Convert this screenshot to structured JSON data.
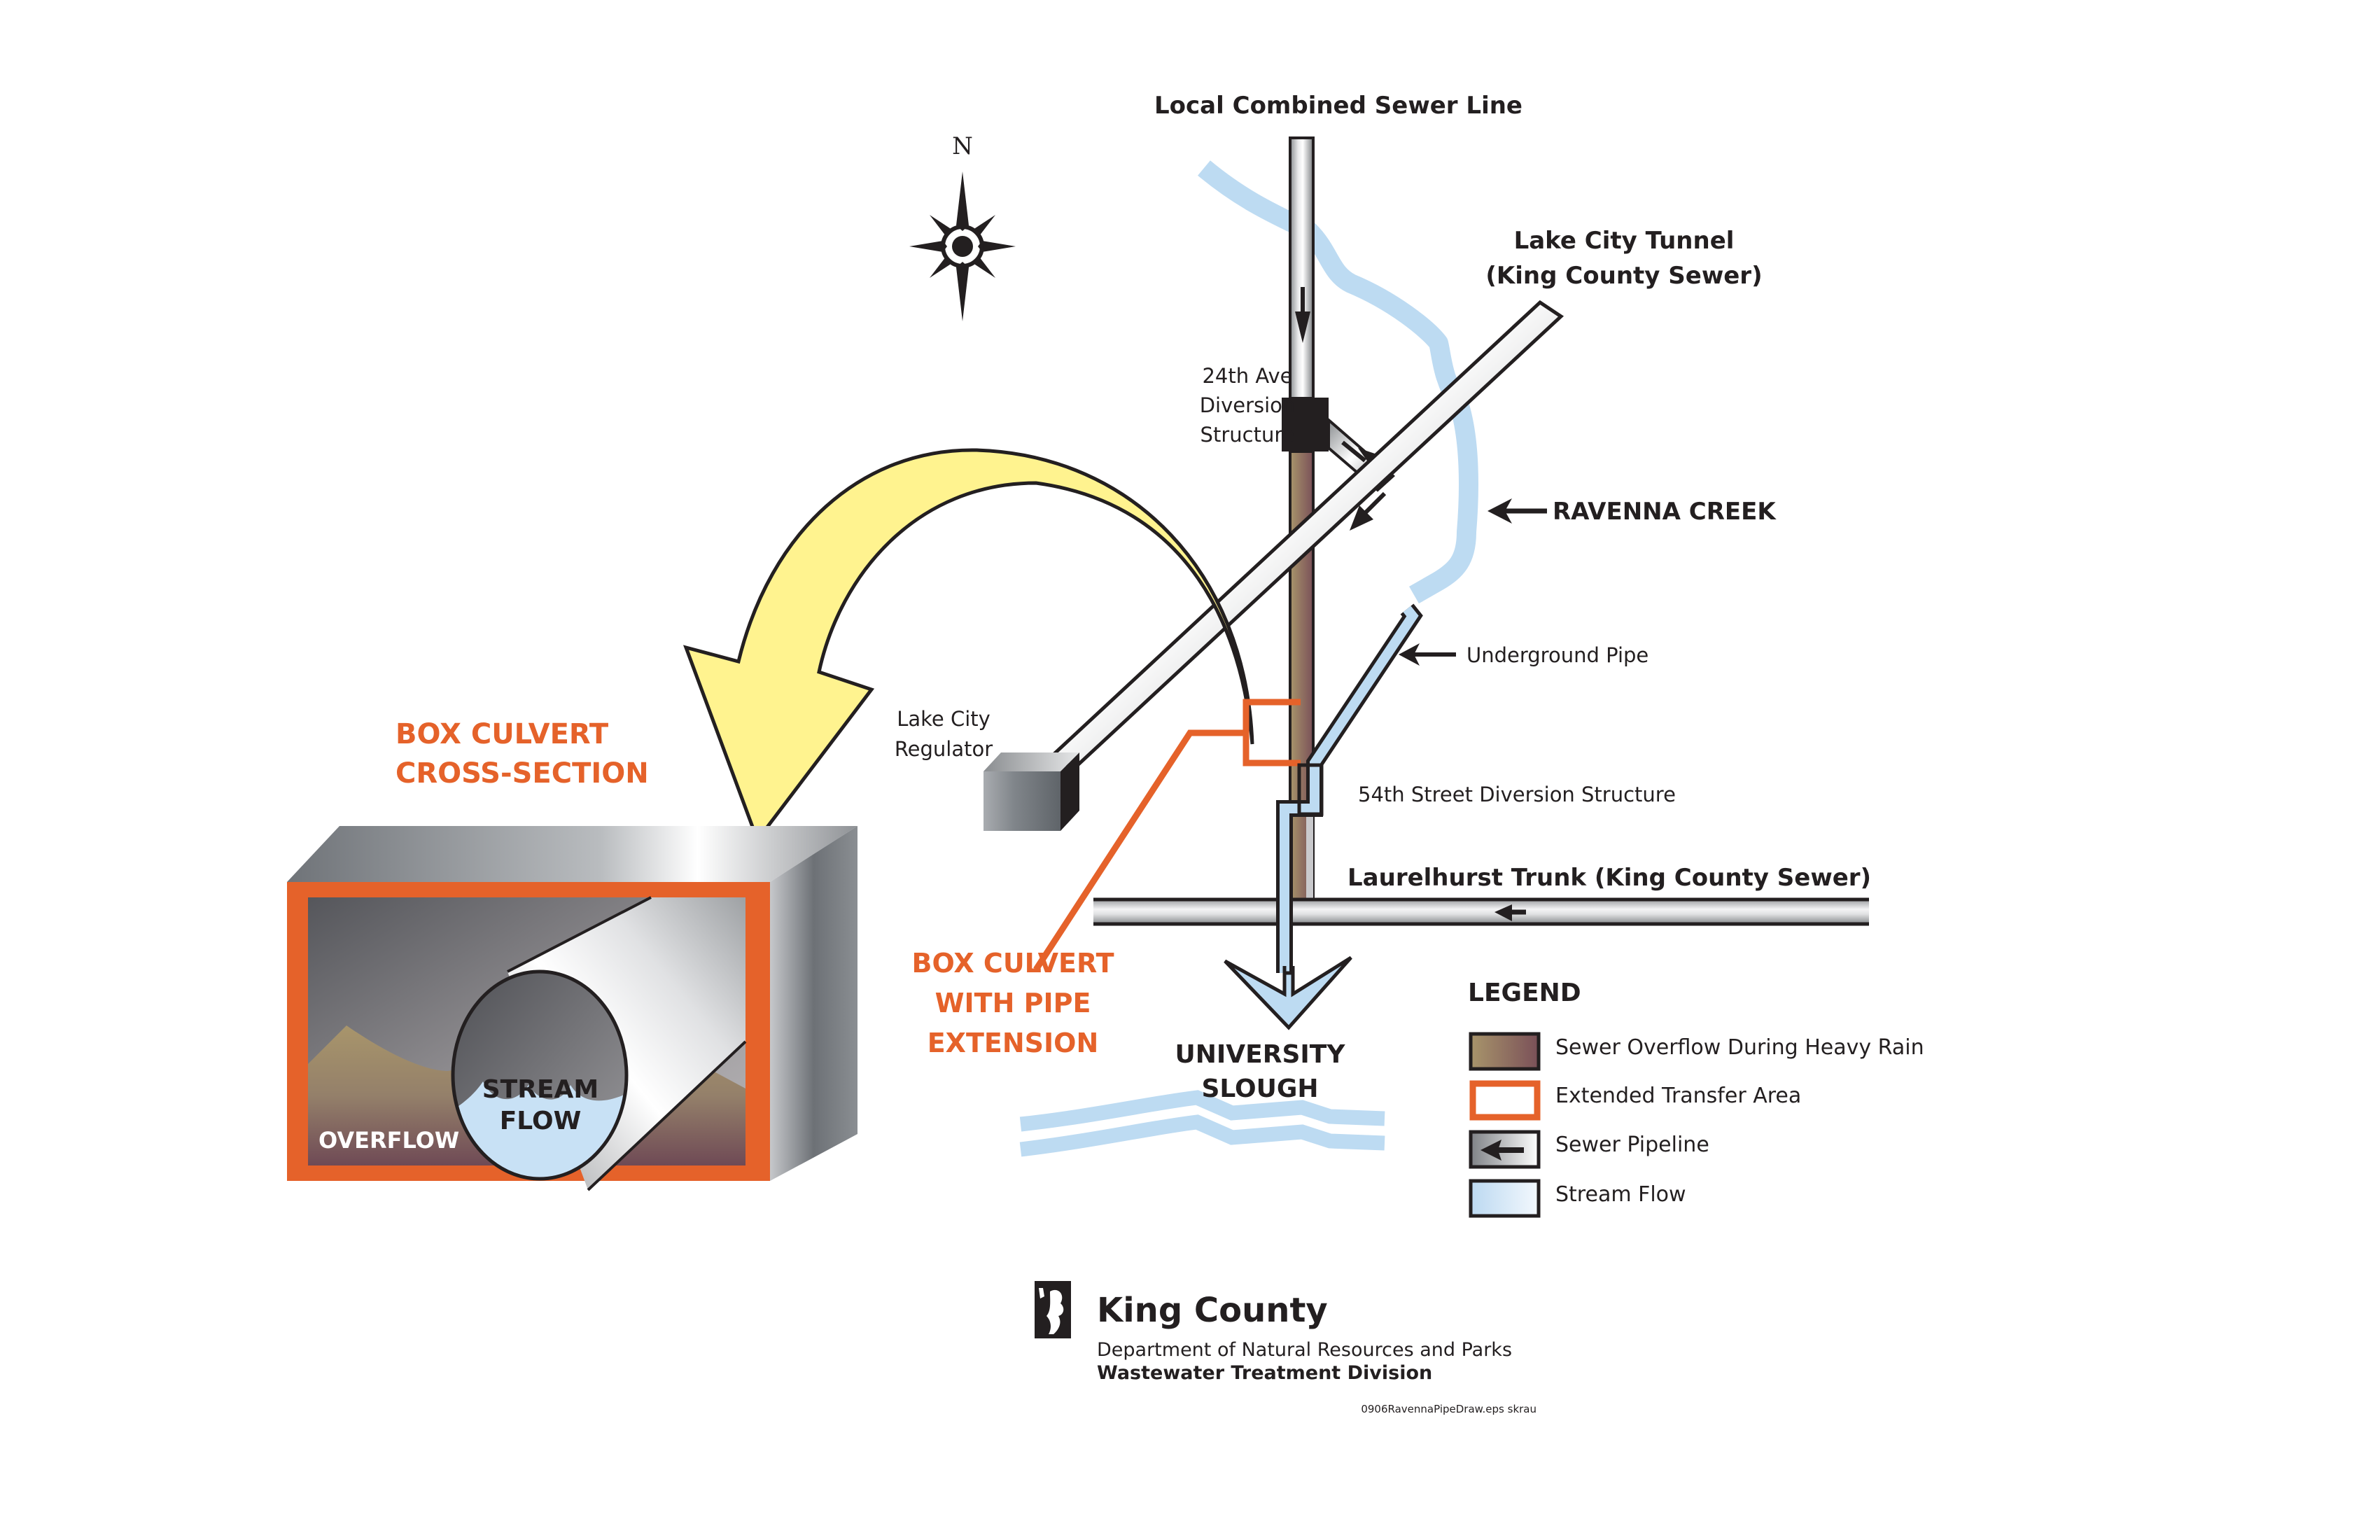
{
  "labels": {
    "local_combined_sewer_line": "Local Combined Sewer Line",
    "lake_city_tunnel_line1": "Lake City Tunnel",
    "lake_city_tunnel_line2": "(King County Sewer)",
    "diversion_24th_line1": "24th Ave",
    "diversion_24th_line2": "Diversion",
    "diversion_24th_line3": "Structure",
    "ravenna_creek": "RAVENNA CREEK",
    "underground_pipe": "Underground Pipe",
    "lake_city_regulator_line1": "Lake City",
    "lake_city_regulator_line2": "Regulator",
    "diversion_54th": "54th Street Diversion Structure",
    "laurelhurst_trunk": "Laurelhurst Trunk (King County Sewer)",
    "university_slough_line1": "UNIVERSITY",
    "university_slough_line2": "SLOUGH",
    "box_culvert_pipe_line1": "BOX CULVERT",
    "box_culvert_pipe_line2": "WITH PIPE",
    "box_culvert_pipe_line3": "EXTENSION",
    "cross_section_title_line1": "BOX CULVERT",
    "cross_section_title_line2": "CROSS-SECTION",
    "stream_flow_line1": "STREAM",
    "stream_flow_line2": "FLOW",
    "overflow": "OVERFLOW",
    "compass_north": "N"
  },
  "legend": {
    "title": "LEGEND",
    "items": [
      {
        "label": "Sewer Overflow During Heavy Rain",
        "swatch": "sewer-overflow"
      },
      {
        "label": "Extended Transfer Area",
        "swatch": "transfer-area"
      },
      {
        "label": "Sewer Pipeline",
        "swatch": "sewer-pipeline"
      },
      {
        "label": "Stream Flow",
        "swatch": "stream-flow"
      }
    ]
  },
  "footer": {
    "org_name": "King County",
    "department": "Department of Natural Resources and Parks",
    "division": "Wastewater Treatment Division",
    "file_credit": "0906RavennaPipeDraw.eps   skrau"
  },
  "colors": {
    "orange": "#e5622a",
    "stream_blue": "#bddbf2",
    "arrow_yellow": "#fff38f",
    "overflow_tan": "#a8956b",
    "overflow_maroon": "#7a5058",
    "text_dark": "#231f20"
  }
}
